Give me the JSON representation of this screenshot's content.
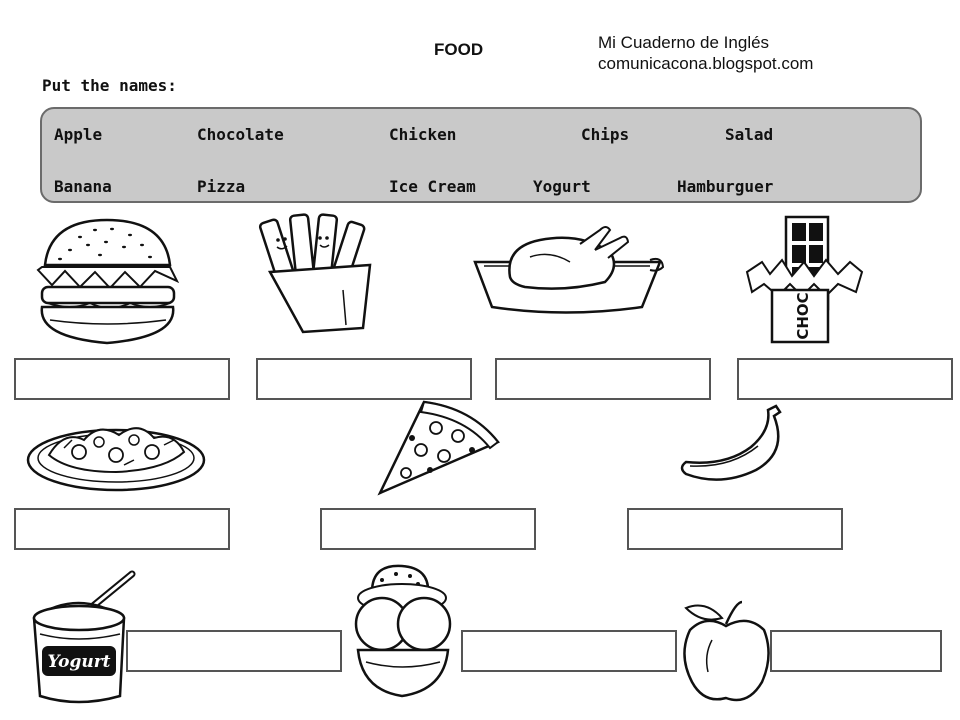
{
  "header": {
    "title": "FOOD",
    "credit_line1": "Mi Cuaderno de Inglés",
    "credit_line2": "comunicacona.blogspot.com"
  },
  "instruction": "Put the names:",
  "word_bank": {
    "row1": [
      "Apple",
      "Chocolate",
      "Chicken",
      "Chips",
      "Salad"
    ],
    "row2": [
      "Banana",
      "Pizza",
      "Ice Cream",
      "Yogurt",
      "Hamburguer"
    ]
  },
  "illustrations": {
    "chocolate_wrapper_text": "CHOC",
    "yogurt_label": "Yogurt"
  },
  "answer_boxes": {
    "row1": [
      "",
      "",
      "",
      ""
    ],
    "row2": [
      "",
      "",
      ""
    ],
    "row3": [
      "",
      "",
      ""
    ]
  }
}
